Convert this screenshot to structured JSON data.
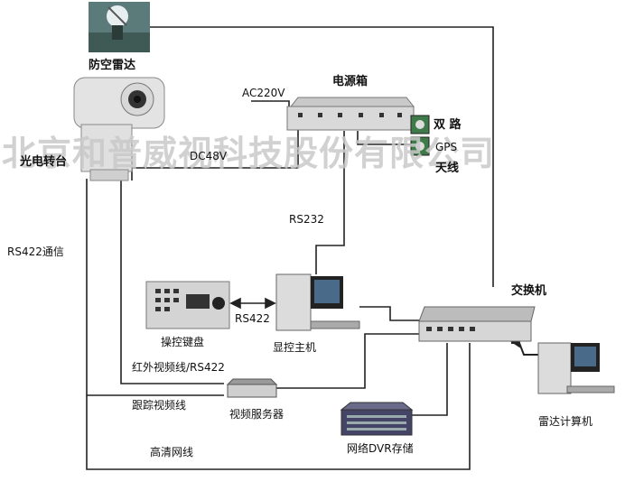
{
  "watermark": "北京和普威视科技股份有限公司",
  "labels": {
    "radar": "防空雷达",
    "power_box": "电源箱",
    "ac": "AC220V",
    "dual": "双 路",
    "gps": "GPS",
    "antenna": "天线",
    "turntable": "光电转台",
    "dc": "DC48V",
    "rs232": "RS232",
    "rs422_comm": "RS422通信",
    "switch": "交换机",
    "keyboard": "操控键盘",
    "rs422": "RS422",
    "host": "显控主机",
    "ir_line": "红外视频线/RS422",
    "track_line": "跟踪视频线",
    "video_server": "视频服务器",
    "radar_pc": "雷达计算机",
    "dvr": "网络DVR存储",
    "hd_line": "高清网线"
  }
}
